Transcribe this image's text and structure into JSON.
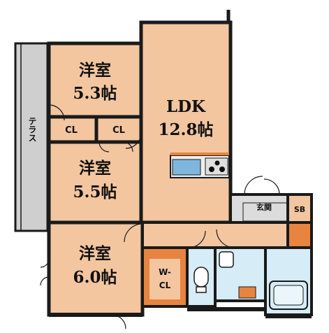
{
  "plan": {
    "rooms": {
      "western_1": {
        "name": "洋室",
        "size": "5.3帖"
      },
      "western_2": {
        "name": "洋室",
        "size": "5.5帖"
      },
      "western_3": {
        "name": "洋室",
        "size": "6.0帖"
      },
      "ldk": {
        "name": "LDK",
        "size": "12.8帖"
      }
    },
    "closets": {
      "cl_left": "CL",
      "cl_right": "CL"
    },
    "wcl": {
      "line1": "W-",
      "line2": "CL"
    },
    "terrace": "テラス",
    "entrance": "玄関",
    "shoe_box": "SB"
  },
  "colors": {
    "room_fill": "#f3c6a0",
    "wall": "#1a1a1a",
    "terrace_fill": "#cfcfcf",
    "wet_fill": "#d6ecf7",
    "closet_fill": "#e7843f",
    "hall_fill": "#f3c6a0",
    "genkan_fill": "#dcdcdc",
    "kitchen_blue": "#7fb6de"
  }
}
